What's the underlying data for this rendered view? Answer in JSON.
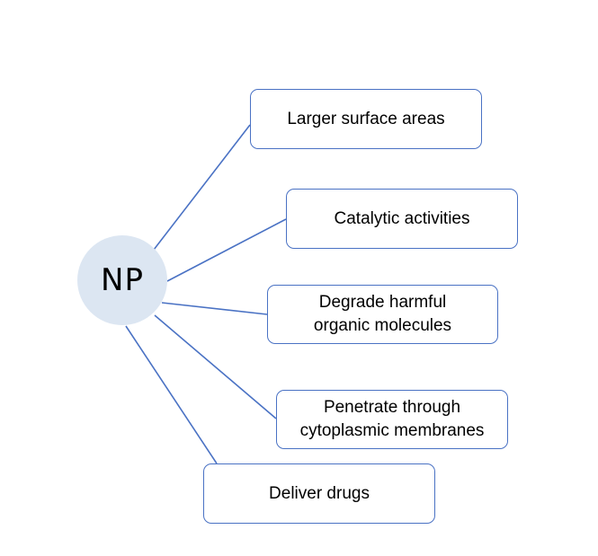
{
  "diagram": {
    "center": {
      "label": "NP"
    },
    "colors": {
      "center_fill": "#dce6f2",
      "connector": "#4a72c4",
      "box_border": "#4a72c4"
    },
    "boxes": [
      {
        "label": "Larger surface areas"
      },
      {
        "label": "Catalytic activities"
      },
      {
        "label": "Degrade harmful\norganic molecules"
      },
      {
        "label": "Penetrate through\ncytoplasmic membranes"
      },
      {
        "label": "Deliver drugs"
      }
    ]
  }
}
